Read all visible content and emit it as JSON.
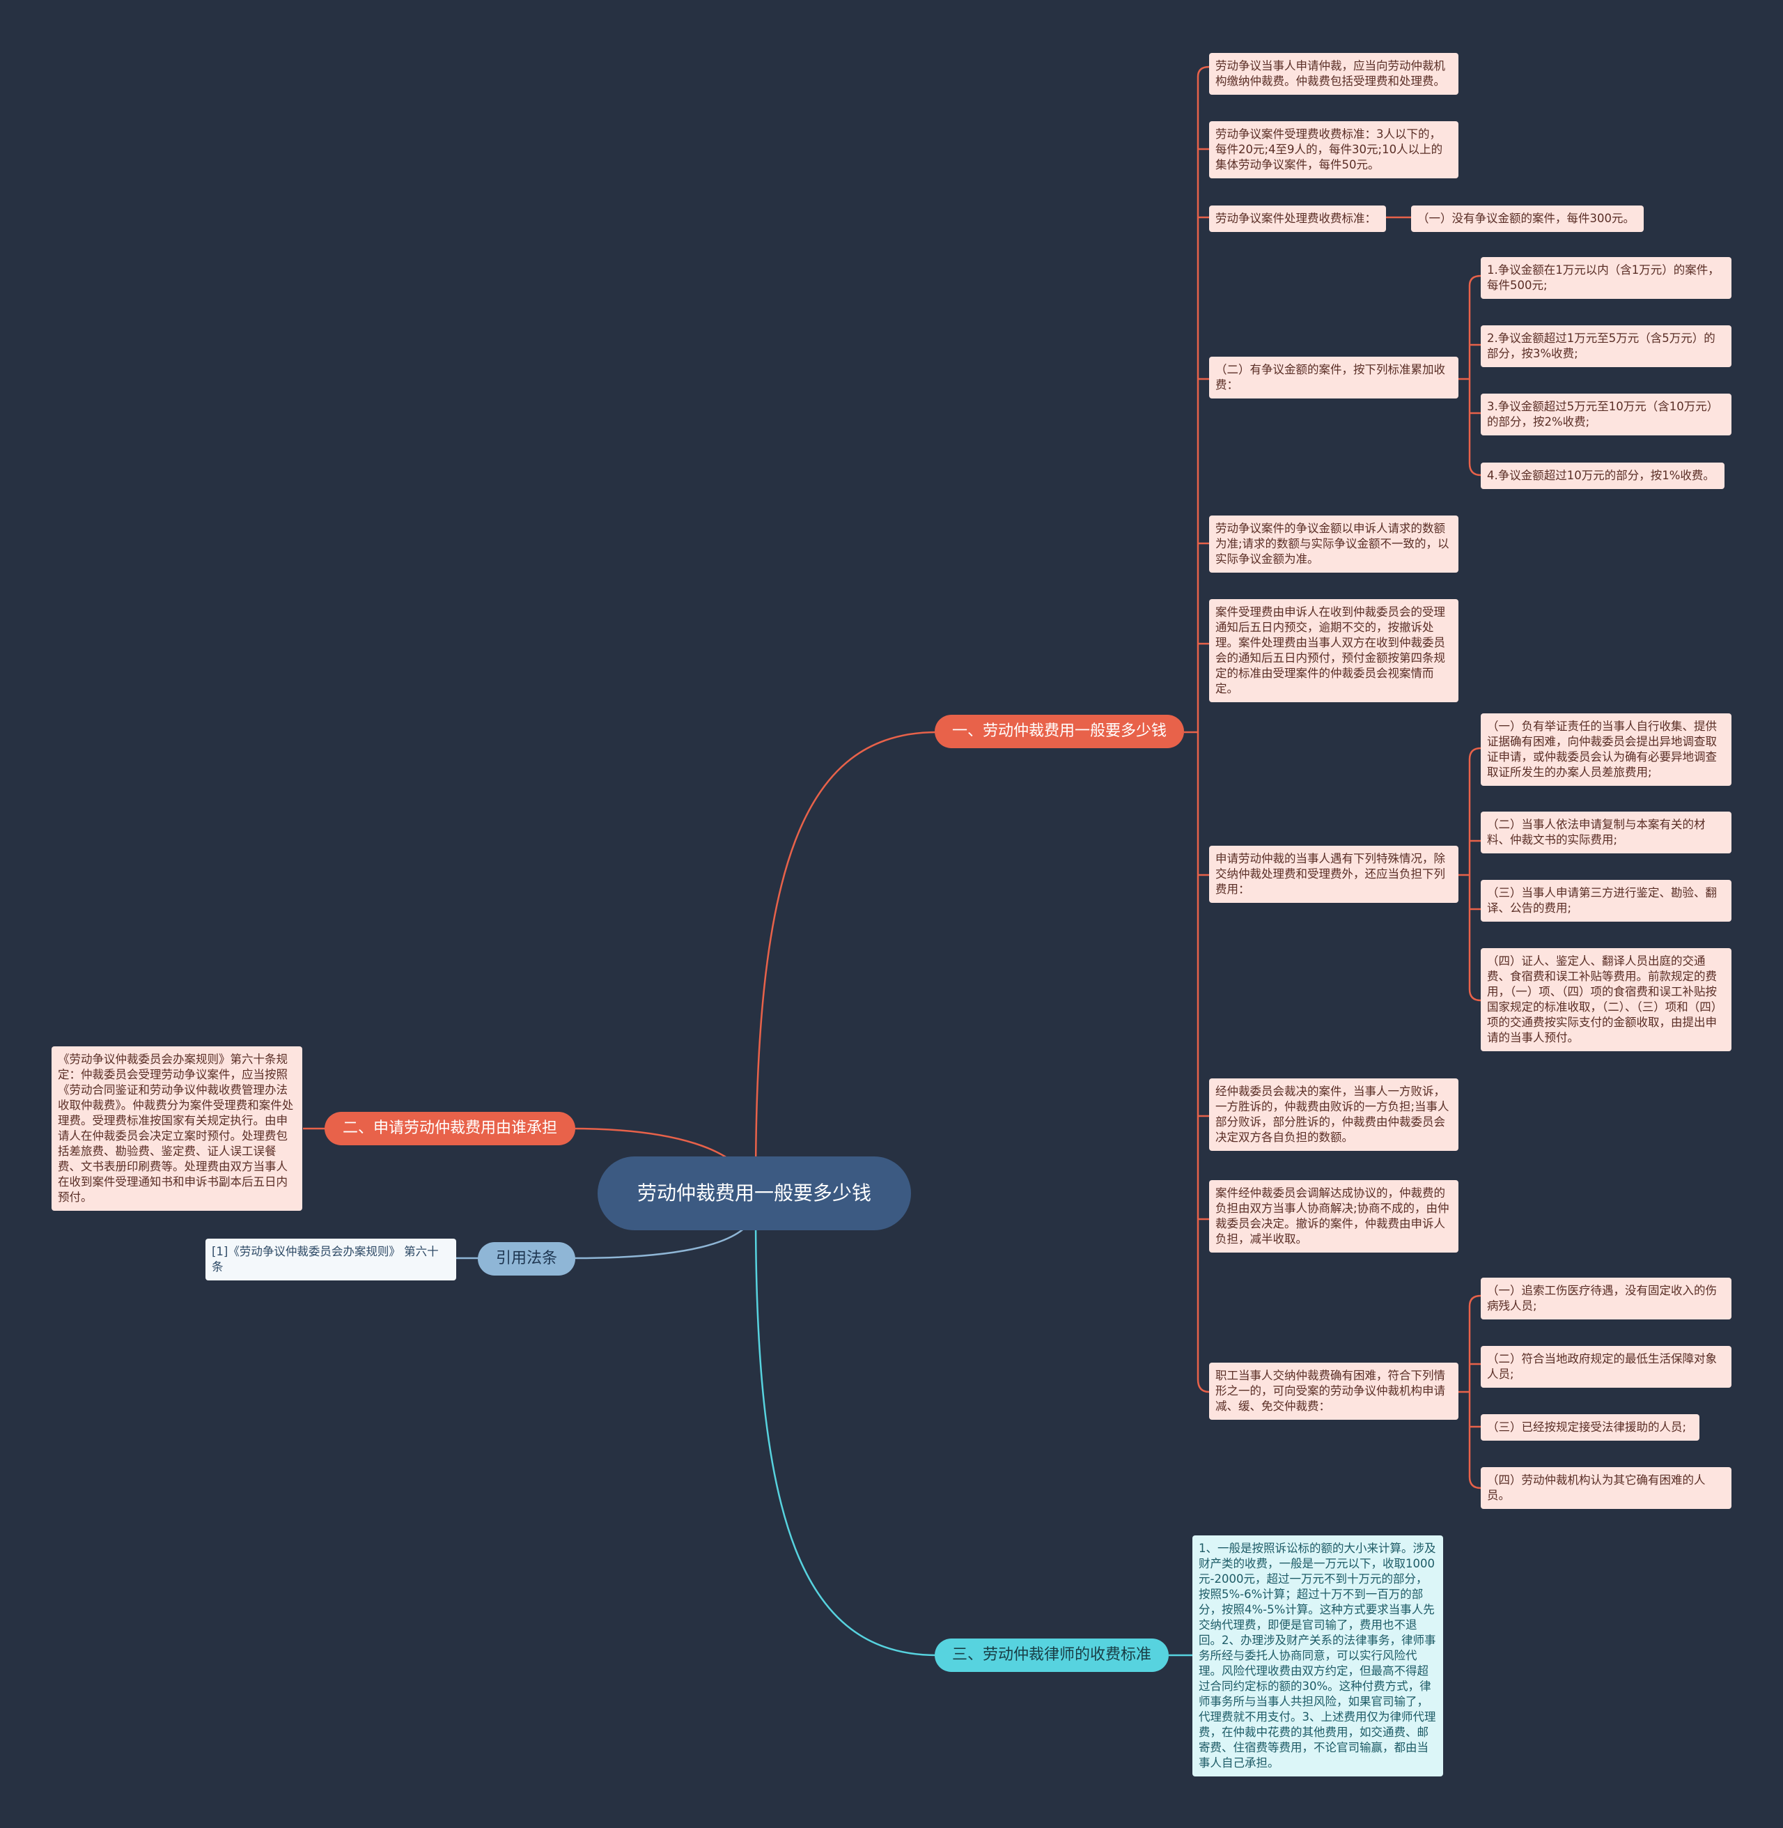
{
  "root": "劳动仲裁费用一般要多少钱",
  "branch1": {
    "label": "一、劳动仲裁费用一般要多少钱",
    "items": [
      "劳动争议当事人申请仲裁，应当向劳动仲裁机构缴纳仲裁费。仲裁费包括受理费和处理费。",
      "劳动争议案件受理费收费标准：3人以下的，每件20元;4至9人的，每件30元;10人以上的集体劳动争议案件，每件50元。",
      "劳动争议案件处理费收费标准：",
      "（一）没有争议金额的案件，每件300元。",
      "（二）有争议金额的案件，按下列标准累加收费：",
      "1.争议金额在1万元以内（含1万元）的案件，每件500元;",
      "2.争议金额超过1万元至5万元（含5万元）的部分，按3%收费;",
      "3.争议金额超过5万元至10万元（含10万元）的部分，按2%收费;",
      "4.争议金额超过10万元的部分，按1%收费。",
      "劳动争议案件的争议金额以申诉人请求的数额为准;请求的数额与实际争议金额不一致的，以实际争议金额为准。",
      "案件受理费由申诉人在收到仲裁委员会的受理通知后五日内预交，逾期不交的，按撤诉处理。案件处理费由当事人双方在收到仲裁委员会的通知后五日内预付，预付金额按第四条规定的标准由受理案件的仲裁委员会视案情而定。",
      "申请劳动仲裁的当事人遇有下列特殊情况，除交纳仲裁处理费和受理费外，还应当负担下列费用：",
      "（一）负有举证责任的当事人自行收集、提供证据确有困难，向仲裁委员会提出异地调查取证申请，或仲裁委员会认为确有必要异地调查取证所发生的办案人员差旅费用;",
      "（二）当事人依法申请复制与本案有关的材料、仲裁文书的实际费用;",
      "（三）当事人申请第三方进行鉴定、勘验、翻译、公告的费用;",
      "（四）证人、鉴定人、翻译人员出庭的交通费、食宿费和误工补贴等费用。前款规定的费用，（一）项、（四）项的食宿费和误工补贴按国家规定的标准收取，（二）、（三）项和（四）项的交通费按实际支付的金额收取，由提出申请的当事人预付。",
      "经仲裁委员会裁决的案件，当事人一方败诉，一方胜诉的，仲裁费由败诉的一方负担;当事人部分败诉，部分胜诉的，仲裁费由仲裁委员会决定双方各自负担的数额。",
      "案件经仲裁委员会调解达成协议的，仲裁费的负担由双方当事人协商解决;协商不成的，由仲裁委员会决定。撤诉的案件，仲裁费由申诉人负担，减半收取。",
      "职工当事人交纳仲裁费确有困难，符合下列情形之一的，可向受案的劳动争议仲裁机构申请减、缓、免交仲裁费：",
      "（一）追索工伤医疗待遇，没有固定收入的伤病残人员;",
      "（二）符合当地政府规定的最低生活保障对象人员;",
      "（三）已经按规定接受法律援助的人员;",
      "（四）劳动仲裁机构认为其它确有困难的人员。"
    ]
  },
  "branch2": {
    "label": "二、申请劳动仲裁费用由谁承担",
    "text": "《劳动争议仲裁委员会办案规则》第六十条规定：仲裁委员会受理劳动争议案件，应当按照《劳动合同鉴证和劳动争议仲裁收费管理办法收取仲裁费》。仲裁费分为案件受理费和案件处理费。受理费标准按国家有关规定执行。由申请人在仲裁委员会决定立案时预付。处理费包括差旅费、勘验费、鉴定费、证人误工误餐费、文书表册印刷费等。处理费由双方当事人在收到案件受理通知书和申诉书副本后五日内预付。"
  },
  "branch3": {
    "label": "三、劳动仲裁律师的收费标准",
    "text": "1、一般是按照诉讼标的额的大小来计算。涉及财产类的收费，一般是一万元以下，收取1000元-2000元，超过一万元不到十万元的部分，按照5%-6%计算；超过十万不到一百万的部分，按照4%-5%计算。这种方式要求当事人先交纳代理费，即便是官司输了，费用也不退回。2、办理涉及财产关系的法律事务，律师事务所经与委托人协商同意，可以实行风险代理。风险代理收费由双方约定，但最高不得超过合同约定标的额的30%。这种付费方式，律师事务所与当事人共担风险，如果官司输了，代理费就不用支付。3、上述费用仅为律师代理费，在仲裁中花费的其他费用，如交通费、邮寄费、住宿费等费用，不论官司输赢，都由当事人自己承担。"
  },
  "citation": {
    "label": "引用法条",
    "text": "[1]《劳动争议仲裁委员会办案规则》 第六十条"
  },
  "colors": {
    "background": "#273142",
    "orange": "#e8624a",
    "cyan": "#57d3df",
    "root": "#3c5a82",
    "leaf": "#fde4df"
  }
}
